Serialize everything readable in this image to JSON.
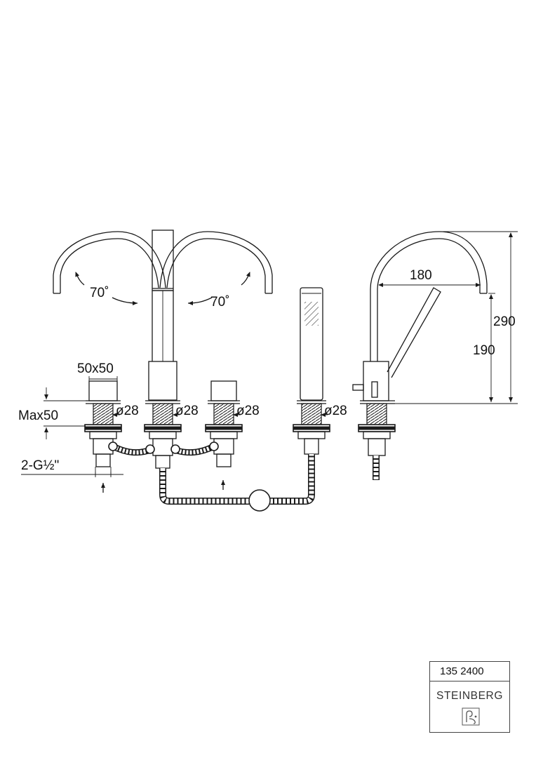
{
  "dimensions": {
    "square_size": "50x50",
    "max_thickness": "Max50",
    "connection": "2-G½\"",
    "diameter_1": "ø28",
    "diameter_2": "ø28",
    "diameter_3": "ø28",
    "diameter_4": "ø28",
    "angle_left": "70˚",
    "angle_right": "70˚",
    "reach": "180",
    "height_total": "290",
    "height_outlet": "190"
  },
  "title_block": {
    "article_number": "135 2400",
    "brand": "STEINBERG"
  },
  "icons": {
    "logo": "steinberg-logo-icon"
  }
}
